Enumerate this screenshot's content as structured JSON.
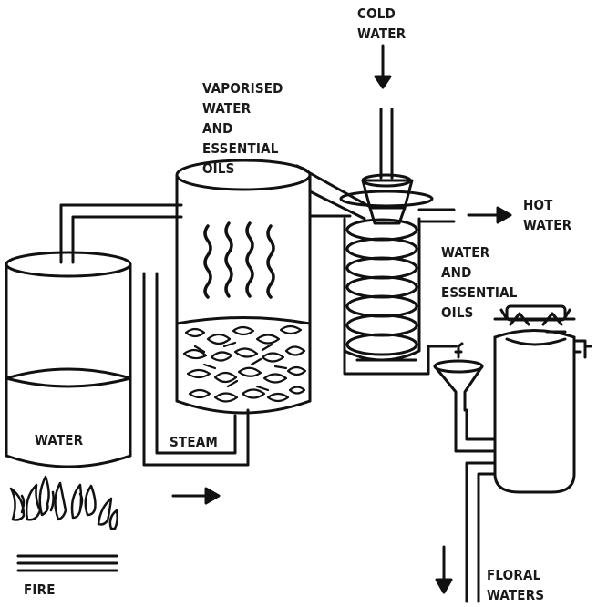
{
  "labels": {
    "cold_water": [
      "COLD",
      "WATER"
    ],
    "vaporised": [
      "VAPORISED",
      "WATER",
      "AND",
      "ESSENTIAL",
      "OILS"
    ],
    "hot_water": [
      "HOT",
      "WATER"
    ],
    "water_oils": [
      "WATER",
      "AND",
      "ESSENTIAL",
      "OILS"
    ],
    "water": "WATER",
    "steam": "STEAM",
    "fire": "FIRE",
    "floral_waters": [
      "FLORAL",
      "WATERS"
    ]
  },
  "colors": {
    "ink": "#111111",
    "background": "#ffffff"
  }
}
